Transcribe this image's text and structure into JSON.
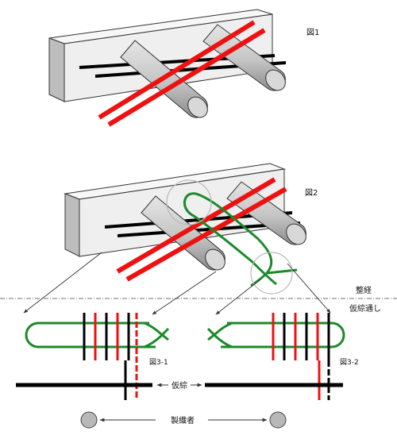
{
  "labels": {
    "fig1": "図1",
    "fig2": "図2",
    "fig3_1": "図3-1",
    "fig3_2": "図3-2",
    "warp_setting": "整経",
    "temporary_threading": "仮綜通し",
    "temporary_heddle": "仮綜",
    "weaver": "製織者"
  },
  "colors": {
    "red": "#ee1111",
    "black": "#000000",
    "green": "#1a8a2a",
    "board_face": "#efefef",
    "board_top": "#f7f7f7",
    "board_side": "#bdbdbd",
    "peg": "#bbbbbb",
    "circle": "#b8b8b8"
  }
}
